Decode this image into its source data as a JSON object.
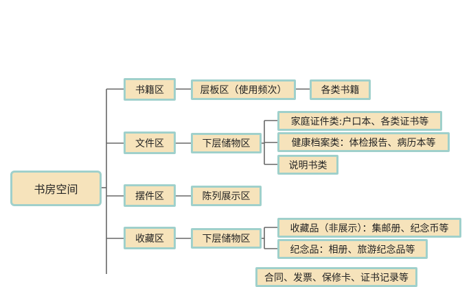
{
  "root": "书房空间",
  "branches": [
    {
      "label": "书籍区",
      "sub": "层板区（使用频次）",
      "leaves": [
        "各类书籍"
      ]
    },
    {
      "label": "文件区",
      "sub": "下层储物区",
      "leaves": [
        "家庭证件类:户口本、各类证书等",
        "健康档案类：体检报告、病历本等",
        "说明书类"
      ]
    },
    {
      "label": "摆件区",
      "sub": "陈列展示区",
      "leaves": []
    },
    {
      "label": "收藏区",
      "sub": "下层储物区",
      "leaves": [
        "收藏品（非展示）：集邮册、纪念币等",
        "纪念品：相册、旅游纪念品等"
      ]
    },
    {
      "label": "",
      "sub": "",
      "leaves": [
        "合同、发票、保修卡、证书记录等"
      ]
    }
  ],
  "colors": {
    "fill": "#f6e3bb",
    "border": "#9fd0cb",
    "line": "#666666"
  }
}
